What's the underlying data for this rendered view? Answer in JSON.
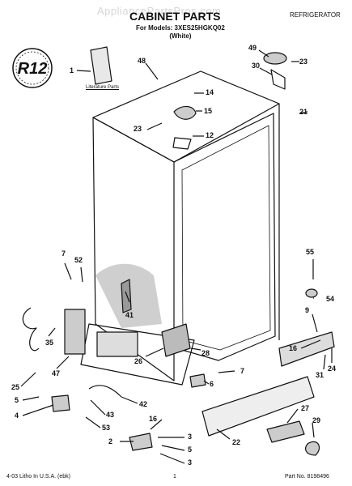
{
  "header": {
    "watermark": "AppliancePartsPros.com",
    "title": "CABINET PARTS",
    "models": "For Models: 3XES25HGKQ02",
    "color": "(White)",
    "category": "REFRIGERATOR"
  },
  "seal_text": "R12",
  "literature_label": "Literature Parts",
  "footer": {
    "left": "4-03 Litho In U.S.A. (ebk)",
    "page": "1",
    "part_no": "Part No. 8198496"
  },
  "callouts": {
    "c1": "1",
    "c48": "48",
    "c49": "49",
    "c30": "30",
    "c23a": "23",
    "c14": "14",
    "c15": "15",
    "c23b": "23",
    "c12": "12",
    "c21": "21",
    "c7a": "7",
    "c52": "52",
    "c41": "41",
    "c55": "55",
    "c54": "54",
    "c35": "35",
    "c47": "47",
    "c26": "26",
    "c28": "28",
    "c9": "9",
    "c16a": "16",
    "c24": "24",
    "c31": "31",
    "c7b": "7",
    "c6": "6",
    "c25": "25",
    "c5a": "5",
    "c4": "4",
    "c42": "42",
    "c43": "43",
    "c53": "53",
    "c2": "2",
    "c16b": "16",
    "c3a": "3",
    "c5b": "5",
    "c3b": "3",
    "c22": "22",
    "c27": "27",
    "c29": "29"
  }
}
